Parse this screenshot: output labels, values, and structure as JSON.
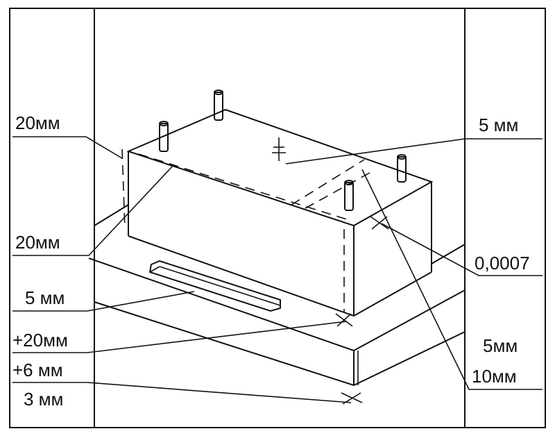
{
  "left_labels": [
    "20мм",
    "20мм",
    "5 мм",
    "+20мм",
    "+6 мм",
    "3 мм"
  ],
  "right_labels": [
    "5 мм",
    "0,0007",
    "5мм",
    "10мм"
  ]
}
